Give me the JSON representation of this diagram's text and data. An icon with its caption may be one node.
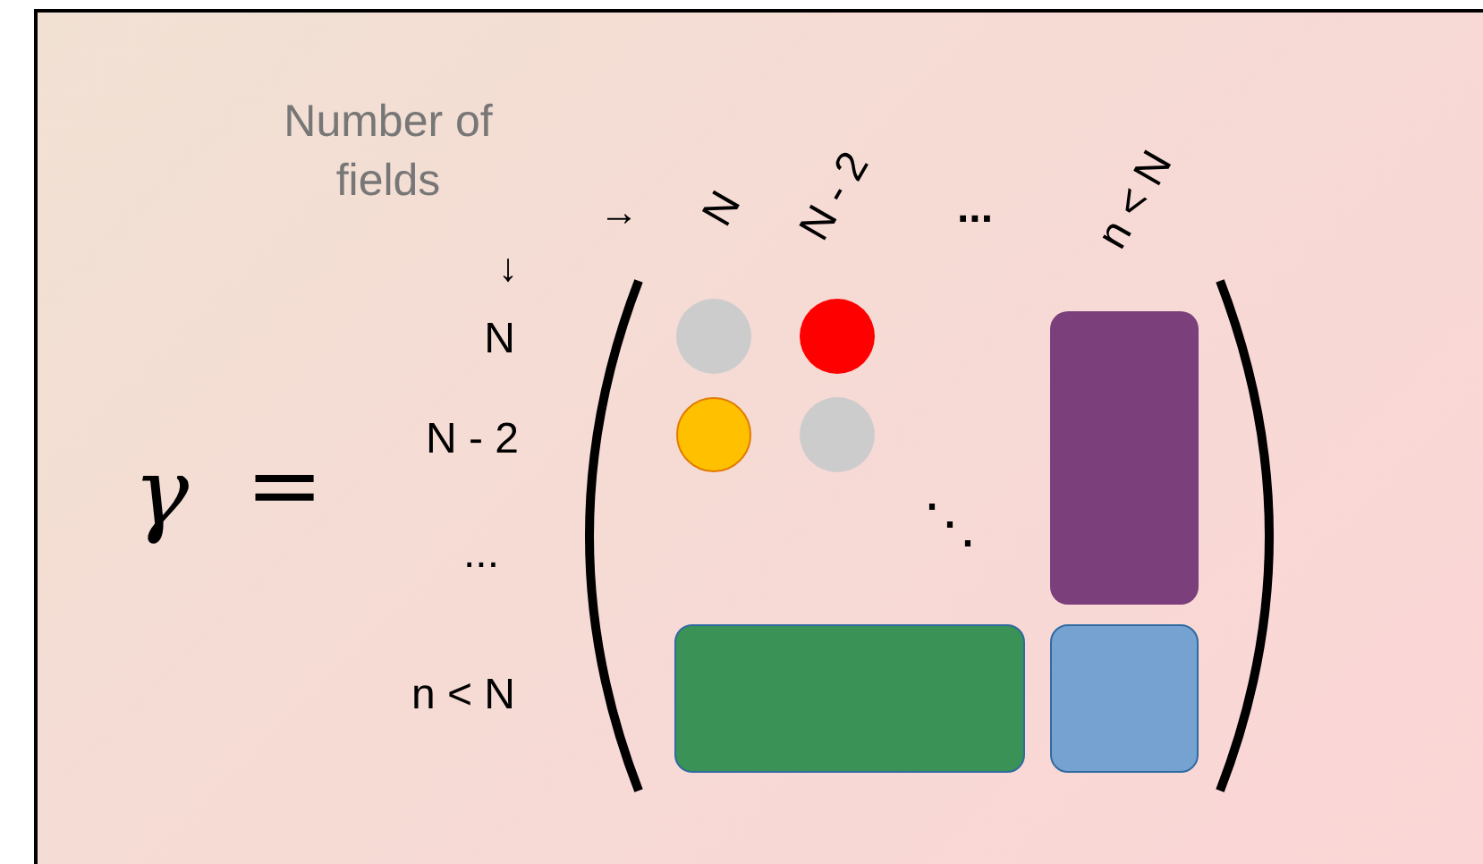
{
  "diagram": {
    "nodes": [
      {
        "text": [],
        "shape": "circle"
      },
      {
        "text": [],
        "shape": "circle"
      },
      {
        "text": [],
        "shape": "box"
      },
      {
        "text": [],
        "shape": "circle"
      },
      {
        "text": [],
        "shape": "circle"
      },
      {
        "text": [],
        "shape": "box"
      },
      {
        "text": [],
        "shape": "box"
      }
    ],
    "labels": [
      "Number of fields",
      "→",
      "N",
      "N - 2",
      "...",
      "n < N",
      "↓",
      "N",
      "N - 2",
      "...",
      "n < N",
      "γ",
      "=",
      "⋱"
    ]
  }
}
